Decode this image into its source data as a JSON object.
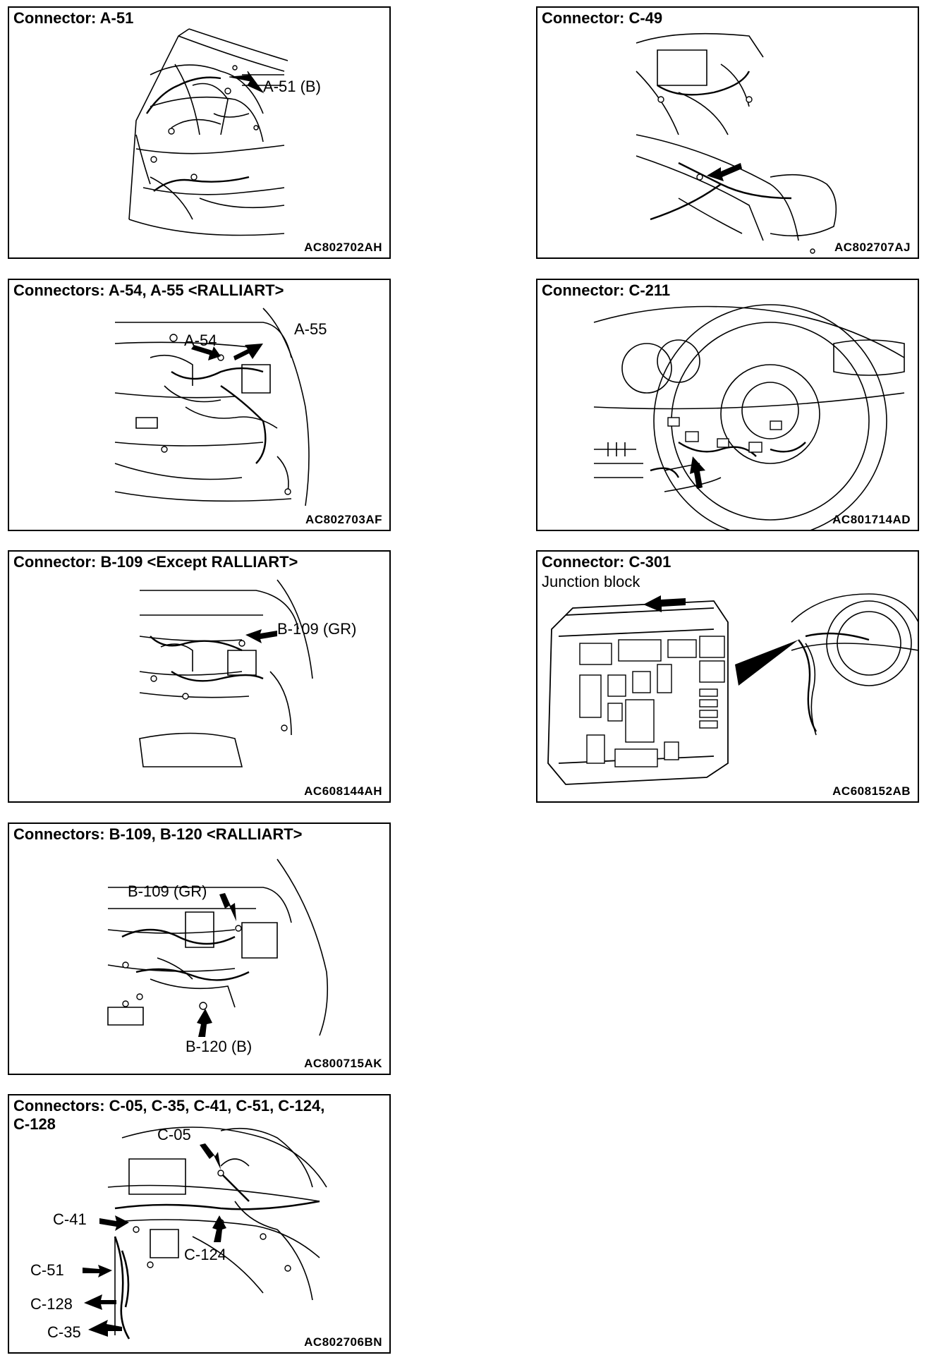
{
  "panels": {
    "a51": {
      "title": "Connector: A-51",
      "labels": [
        "A-51 (B)"
      ],
      "code": "AC802702AH"
    },
    "a54": {
      "title": "Connectors: A-54, A-55 <RALLIART>",
      "labels": [
        "A-54",
        "A-55"
      ],
      "code": "AC802703AF"
    },
    "b109": {
      "title": "Connector: B-109 <Except RALLIART>",
      "labels": [
        "B-109 (GR)"
      ],
      "code": "AC608144AH"
    },
    "b120": {
      "title": "Connectors: B-109, B-120 <RALLIART>",
      "labels": [
        "B-109 (GR)",
        "B-120 (B)"
      ],
      "code": "AC800715AK"
    },
    "c05": {
      "title": "Connectors: C-05, C-35, C-41, C-51, C-124,\nC-128",
      "labels": [
        "C-05",
        "C-41",
        "C-124",
        "C-51",
        "C-128",
        "C-35"
      ],
      "code": "AC802706BN"
    },
    "c49": {
      "title": "Connector: C-49",
      "labels": [],
      "code": "AC802707AJ"
    },
    "c211": {
      "title": "Connector: C-211",
      "labels": [],
      "code": "AC801714AD"
    },
    "c301": {
      "title": "Connector: C-301",
      "subtitle": "Junction block",
      "labels": [],
      "code": "AC608152AB"
    }
  }
}
